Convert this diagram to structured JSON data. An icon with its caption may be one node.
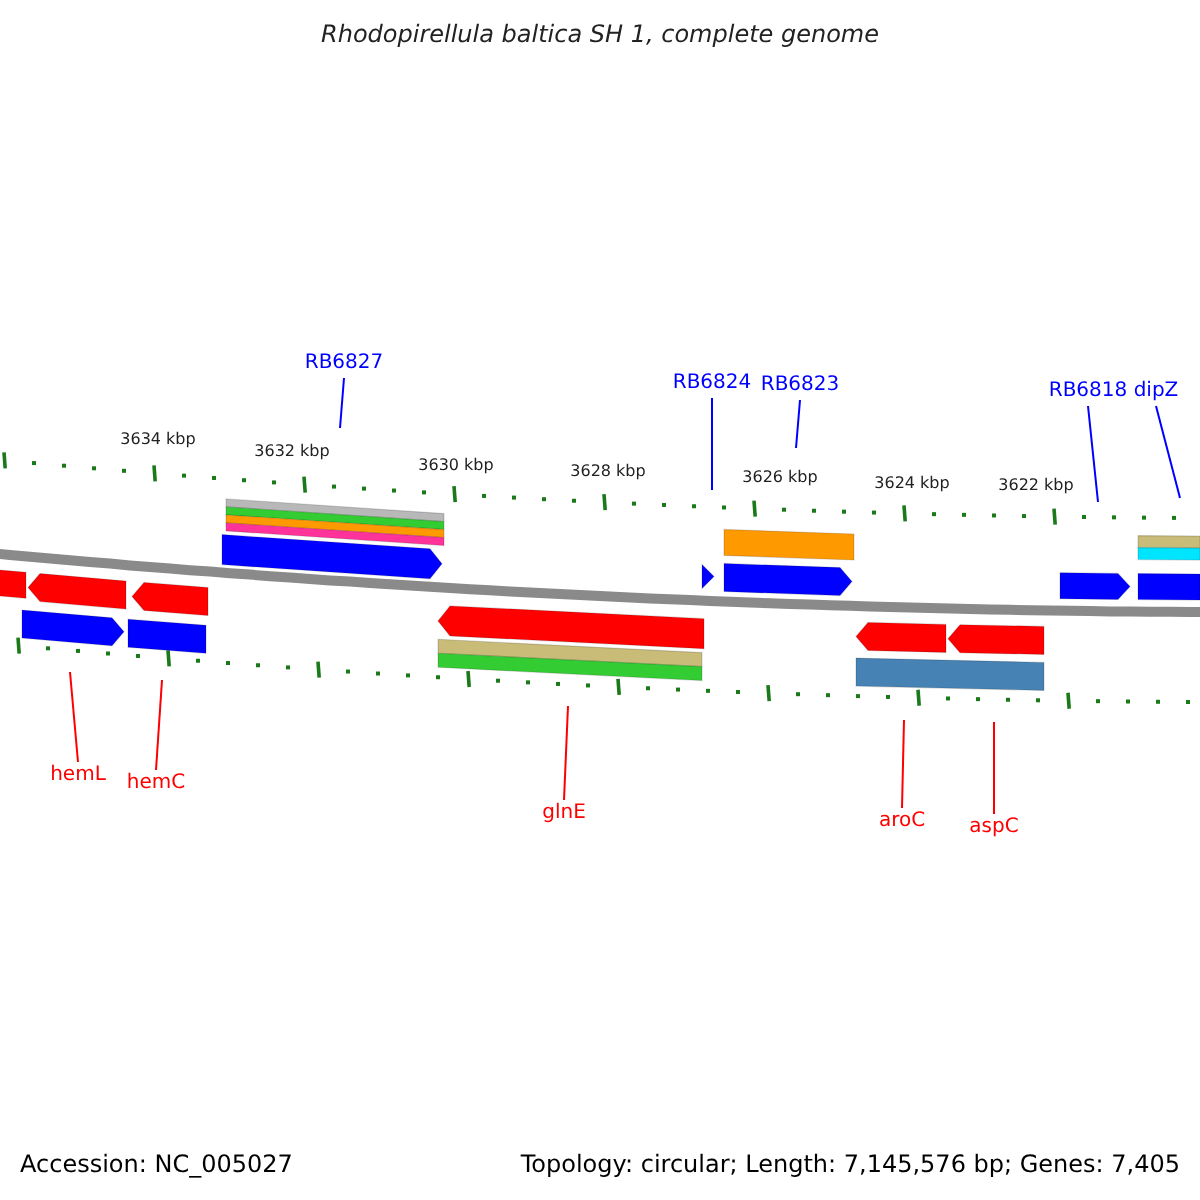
{
  "diagram": {
    "title": "Rhodopirellula baltica SH 1, complete genome",
    "nodes": [
      {
        "text": [
          "RB6827"
        ]
      },
      {
        "text": [
          "RB6824"
        ]
      },
      {
        "text": [
          "RB6823"
        ]
      },
      {
        "text": [
          "RB6818"
        ]
      },
      {
        "text": [
          "dipZ"
        ]
      },
      {
        "text": [
          "hemL"
        ]
      },
      {
        "text": [
          "hemC"
        ]
      },
      {
        "text": [
          "glnE"
        ]
      },
      {
        "text": [
          "aroC"
        ]
      },
      {
        "text": [
          "aspC"
        ]
      }
    ],
    "edges": [
      {
        "from": 0,
        "to": null,
        "arrow": "none"
      },
      {
        "from": 1,
        "to": null,
        "arrow": "none"
      },
      {
        "from": 2,
        "to": null,
        "arrow": "none"
      },
      {
        "from": 3,
        "to": null,
        "arrow": "none"
      },
      {
        "from": 4,
        "to": null,
        "arrow": "none"
      },
      {
        "from": 5,
        "to": null,
        "arrow": "none",
        "color": "#ff0000"
      },
      {
        "from": 6,
        "to": null,
        "arrow": "none",
        "color": "#ff0000"
      },
      {
        "from": 7,
        "to": null,
        "arrow": "none",
        "color": "#ff0000"
      },
      {
        "from": 8,
        "to": null,
        "arrow": "none",
        "color": "#ff0000"
      },
      {
        "from": 9,
        "to": null,
        "arrow": "none",
        "color": "#ff0000"
      }
    ],
    "labels": [
      "3634 kbp",
      "3632 kbp",
      "3630 kbp",
      "3628 kbp",
      "3626 kbp",
      "3624 kbp",
      "3622 kbp",
      "Accession: NC_005027",
      "Topology: circular; Length: 7,145,576 bp; Genes: 7,405"
    ]
  }
}
